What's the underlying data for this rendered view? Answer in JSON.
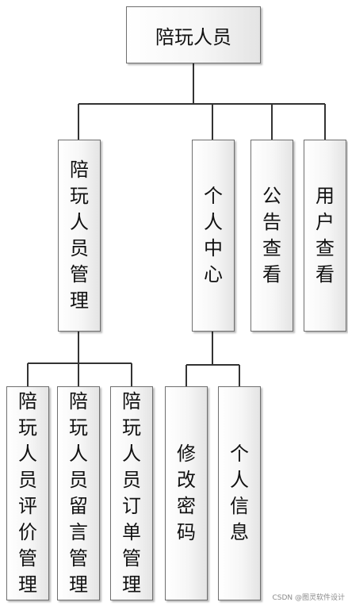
{
  "root": {
    "label": "陪玩人员"
  },
  "level1": [
    {
      "label": "陪玩人员管理"
    },
    {
      "label": "个人中心"
    },
    {
      "label": "公告查看"
    },
    {
      "label": "用户查看"
    }
  ],
  "mgmt_children": [
    {
      "label": "陪玩人员评价管理"
    },
    {
      "label": "陪玩人员留言管理"
    },
    {
      "label": "陪玩人员订单管理"
    }
  ],
  "center_children": [
    {
      "label": "修改密码"
    },
    {
      "label": "个人信息"
    }
  ],
  "watermark": "CSDN @图灵软件设计"
}
